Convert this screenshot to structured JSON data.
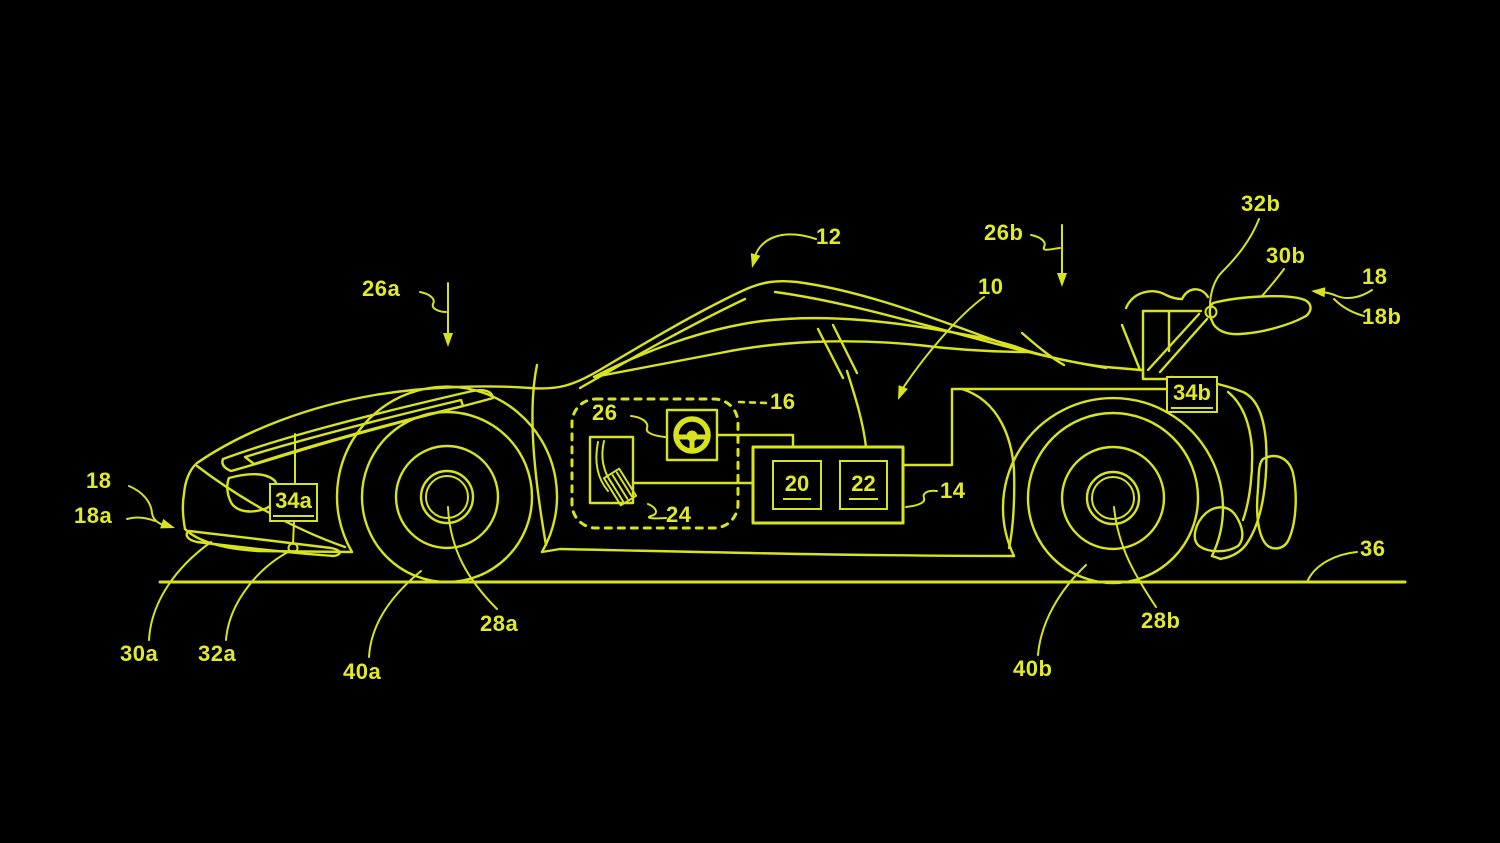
{
  "figure": {
    "title": "vehicle-aerodynamics-patent-diagram",
    "colors": {
      "background": "#000000",
      "line": "#d7e31d",
      "text": "#e0ea28"
    },
    "labels": {
      "l12": "12",
      "l10": "10",
      "l26a": "26a",
      "l26b": "26b",
      "l16": "16",
      "l26": "26",
      "l24": "24",
      "l20": "20",
      "l22": "22",
      "l14": "14",
      "l34a": "34a",
      "l34b": "34b",
      "l18_left": "18",
      "l18a": "18a",
      "l30a": "30a",
      "l32a": "32a",
      "l40a": "40a",
      "l28a": "28a",
      "l36": "36",
      "l40b": "40b",
      "l28b": "28b",
      "l32b": "32b",
      "l30b": "30b",
      "l18_right": "18",
      "l18b": "18b"
    }
  }
}
